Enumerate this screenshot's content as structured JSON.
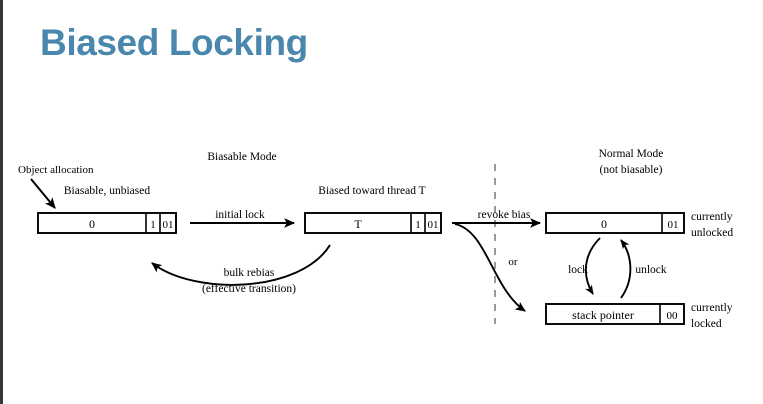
{
  "slide": {
    "title": "Biased Locking",
    "title_color": "#4a87ad",
    "background": "#ffffff"
  },
  "diagram": {
    "type": "state-transition-diagram",
    "sections": {
      "biasable_mode": "Biasable Mode",
      "normal_mode_line1": "Normal Mode",
      "normal_mode_line2": "(not biasable)"
    },
    "annotations": {
      "object_allocation": "Object allocation",
      "or": "or"
    },
    "states": [
      {
        "id": "biasable-unbiased",
        "caption": "Biasable, unbiased",
        "cells": [
          "0",
          "1",
          "01"
        ],
        "side_note": ""
      },
      {
        "id": "biased-toward-thread",
        "caption": "Biased toward thread T",
        "cells": [
          "T",
          "1",
          "01"
        ],
        "side_note": ""
      },
      {
        "id": "normal-unlocked",
        "caption": "",
        "cells": [
          "0",
          "01"
        ],
        "side_note_line1": "currently",
        "side_note_line2": "unlocked"
      },
      {
        "id": "normal-locked",
        "caption": "",
        "cells": [
          "stack pointer",
          "00"
        ],
        "side_note_line1": "currently",
        "side_note_line2": "locked"
      }
    ],
    "transitions": [
      {
        "id": "initial-lock",
        "label": "initial lock"
      },
      {
        "id": "bulk-rebias",
        "label_line1": "bulk rebias",
        "label_line2": "(effective transition)"
      },
      {
        "id": "revoke-bias",
        "label": "revoke bias"
      },
      {
        "id": "lock",
        "label": "lock"
      },
      {
        "id": "unlock",
        "label": "unlock"
      }
    ]
  }
}
